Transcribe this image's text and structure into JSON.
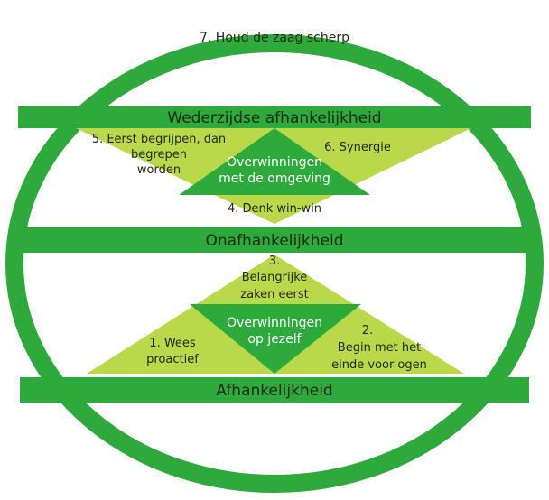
{
  "colors": {
    "ring": "#2eaa3c",
    "band": "#2eaa3c",
    "triangle_light": "#b9d84a",
    "triangle_dark": "#2eaa3c",
    "text_dark": "#1c2a10",
    "text_light": "#ffffff"
  },
  "habit_7": "7. Houd de zaag scherp",
  "bands": {
    "top": "Wederzijdse afhankelijkheid",
    "middle": "Onafhankelijkheid",
    "bottom": "Afhankelijkheid"
  },
  "public_victory": {
    "center_line1": "Overwinningen",
    "center_line2": "met de omgeving",
    "habit_5_line1": "5. Eerst begrijpen, dan",
    "habit_5_line2": "begrepen",
    "habit_5_line3": "worden",
    "habit_6": "6. Synergie",
    "habit_4": "4. Denk win-win"
  },
  "private_victory": {
    "center_line1": "Overwinningen",
    "center_line2": "op jezelf",
    "habit_3_line1": "3.",
    "habit_3_line2": "Belangrijke",
    "habit_3_line3": "zaken eerst",
    "habit_1_line1": "1. Wees",
    "habit_1_line2": "proactief",
    "habit_2_line1": "2.",
    "habit_2_line2": "Begin met het",
    "habit_2_line3": "einde voor ogen"
  }
}
